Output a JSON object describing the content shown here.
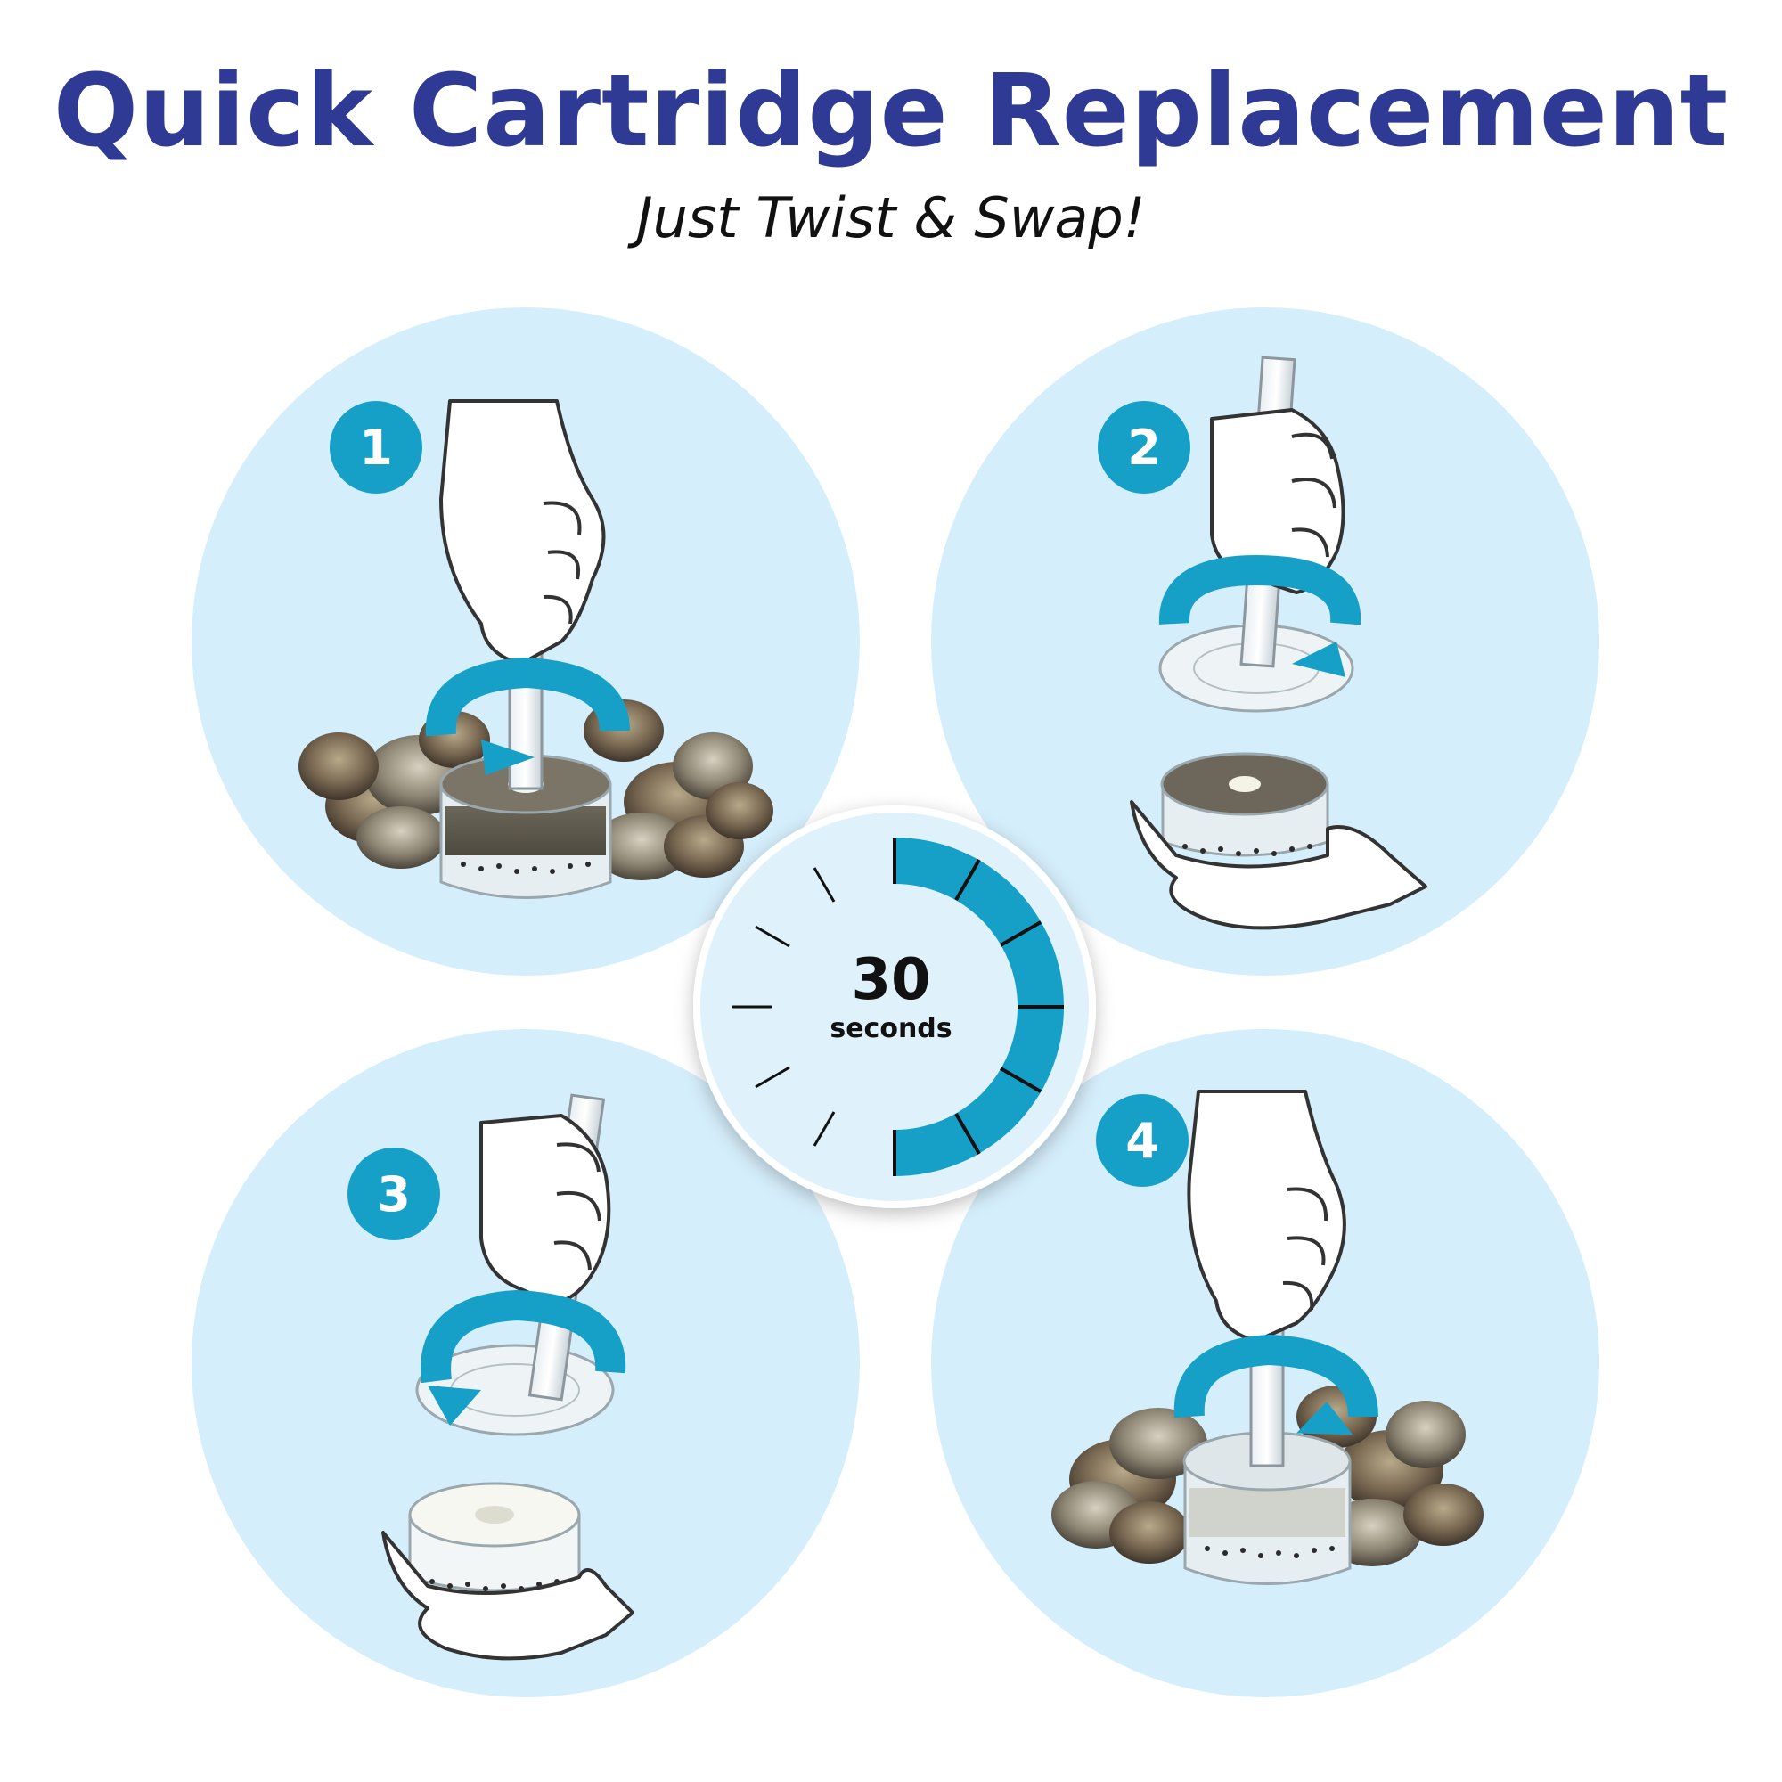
{
  "header": {
    "title": "Quick Cartridge Replacement",
    "subtitle": "Just Twist & Swap!"
  },
  "steps": [
    {
      "number": "1"
    },
    {
      "number": "2"
    },
    {
      "number": "3"
    },
    {
      "number": "4"
    }
  ],
  "timer": {
    "value": "30",
    "unit": "seconds",
    "filled_fraction": 0.5
  },
  "colors": {
    "title": "#2e3a93",
    "accent": "#16a0c8",
    "circle_bg": "#d5eefb",
    "timer_bg": "#dff2fc"
  }
}
